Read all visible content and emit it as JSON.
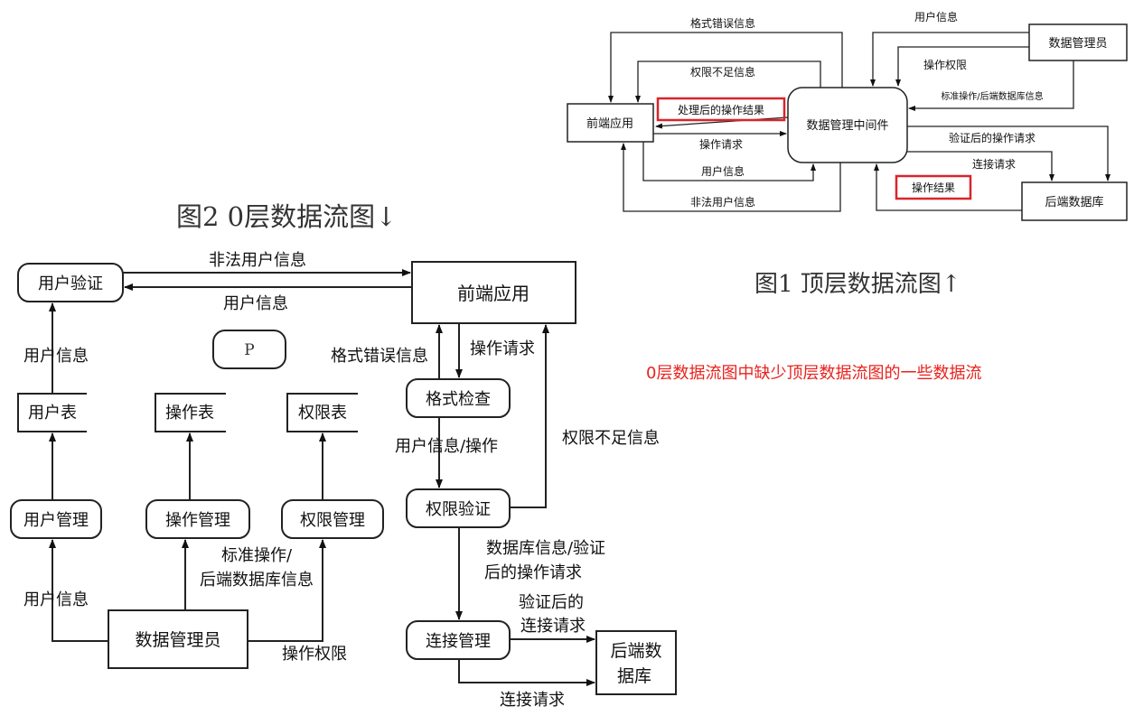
{
  "top_diagram": {
    "caption": "图1 顶层数据流图↑",
    "nodes": {
      "frontend": "前端应用",
      "middleware": "数据管理中间件",
      "dba": "数据管理员",
      "backend": "后端数据库"
    },
    "flows": {
      "format_error": "格式错误信息",
      "insufficient_perm": "权限不足信息",
      "processed_result": "处理后的操作结果",
      "op_request": "操作请求",
      "user_info": "用户信息",
      "illegal_user": "非法用户信息",
      "user_info_dba": "用户信息",
      "op_permission": "操作权限",
      "std_ops": "标准操作/后端数据库信息",
      "verified_request": "验证后的操作请求",
      "conn_request": "连接请求",
      "op_result": "操作结果"
    }
  },
  "level0_diagram": {
    "caption": "图2 0层数据流图↓",
    "nodes": {
      "user_verify": "用户验证",
      "frontend": "前端应用",
      "p_marker": "P",
      "user_table": "用户表",
      "op_table": "操作表",
      "perm_table": "权限表",
      "format_check": "格式检查",
      "perm_verify": "权限验证",
      "user_mgmt": "用户管理",
      "op_mgmt": "操作管理",
      "perm_mgmt": "权限管理",
      "dba": "数据管理员",
      "conn_mgmt": "连接管理",
      "backend_line1": "后端数",
      "backend_line2": "据库"
    },
    "flows": {
      "illegal_user": "非法用户信息",
      "user_info_top": "用户信息",
      "user_info_left": "用户信息",
      "format_error": "格式错误信息",
      "op_request": "操作请求",
      "user_info_op": "用户信息/操作",
      "insufficient_perm": "权限不足信息",
      "std_ops_line1": "标准操作/",
      "std_ops_line2": "后端数据库信息",
      "user_info_bottom": "用户信息",
      "op_permission": "操作权限",
      "db_info_line1": "数据库信息/验证",
      "db_info_line2": "后的操作请求",
      "verified_conn_line1": "验证后的",
      "verified_conn_line2": "连接请求",
      "conn_request": "连接请求"
    }
  },
  "annotation": {
    "note": "0层数据流图中缺少顶层数据流图的一些数据流",
    "note_color": "#e8231e",
    "highlight_color": "#d9242a"
  }
}
